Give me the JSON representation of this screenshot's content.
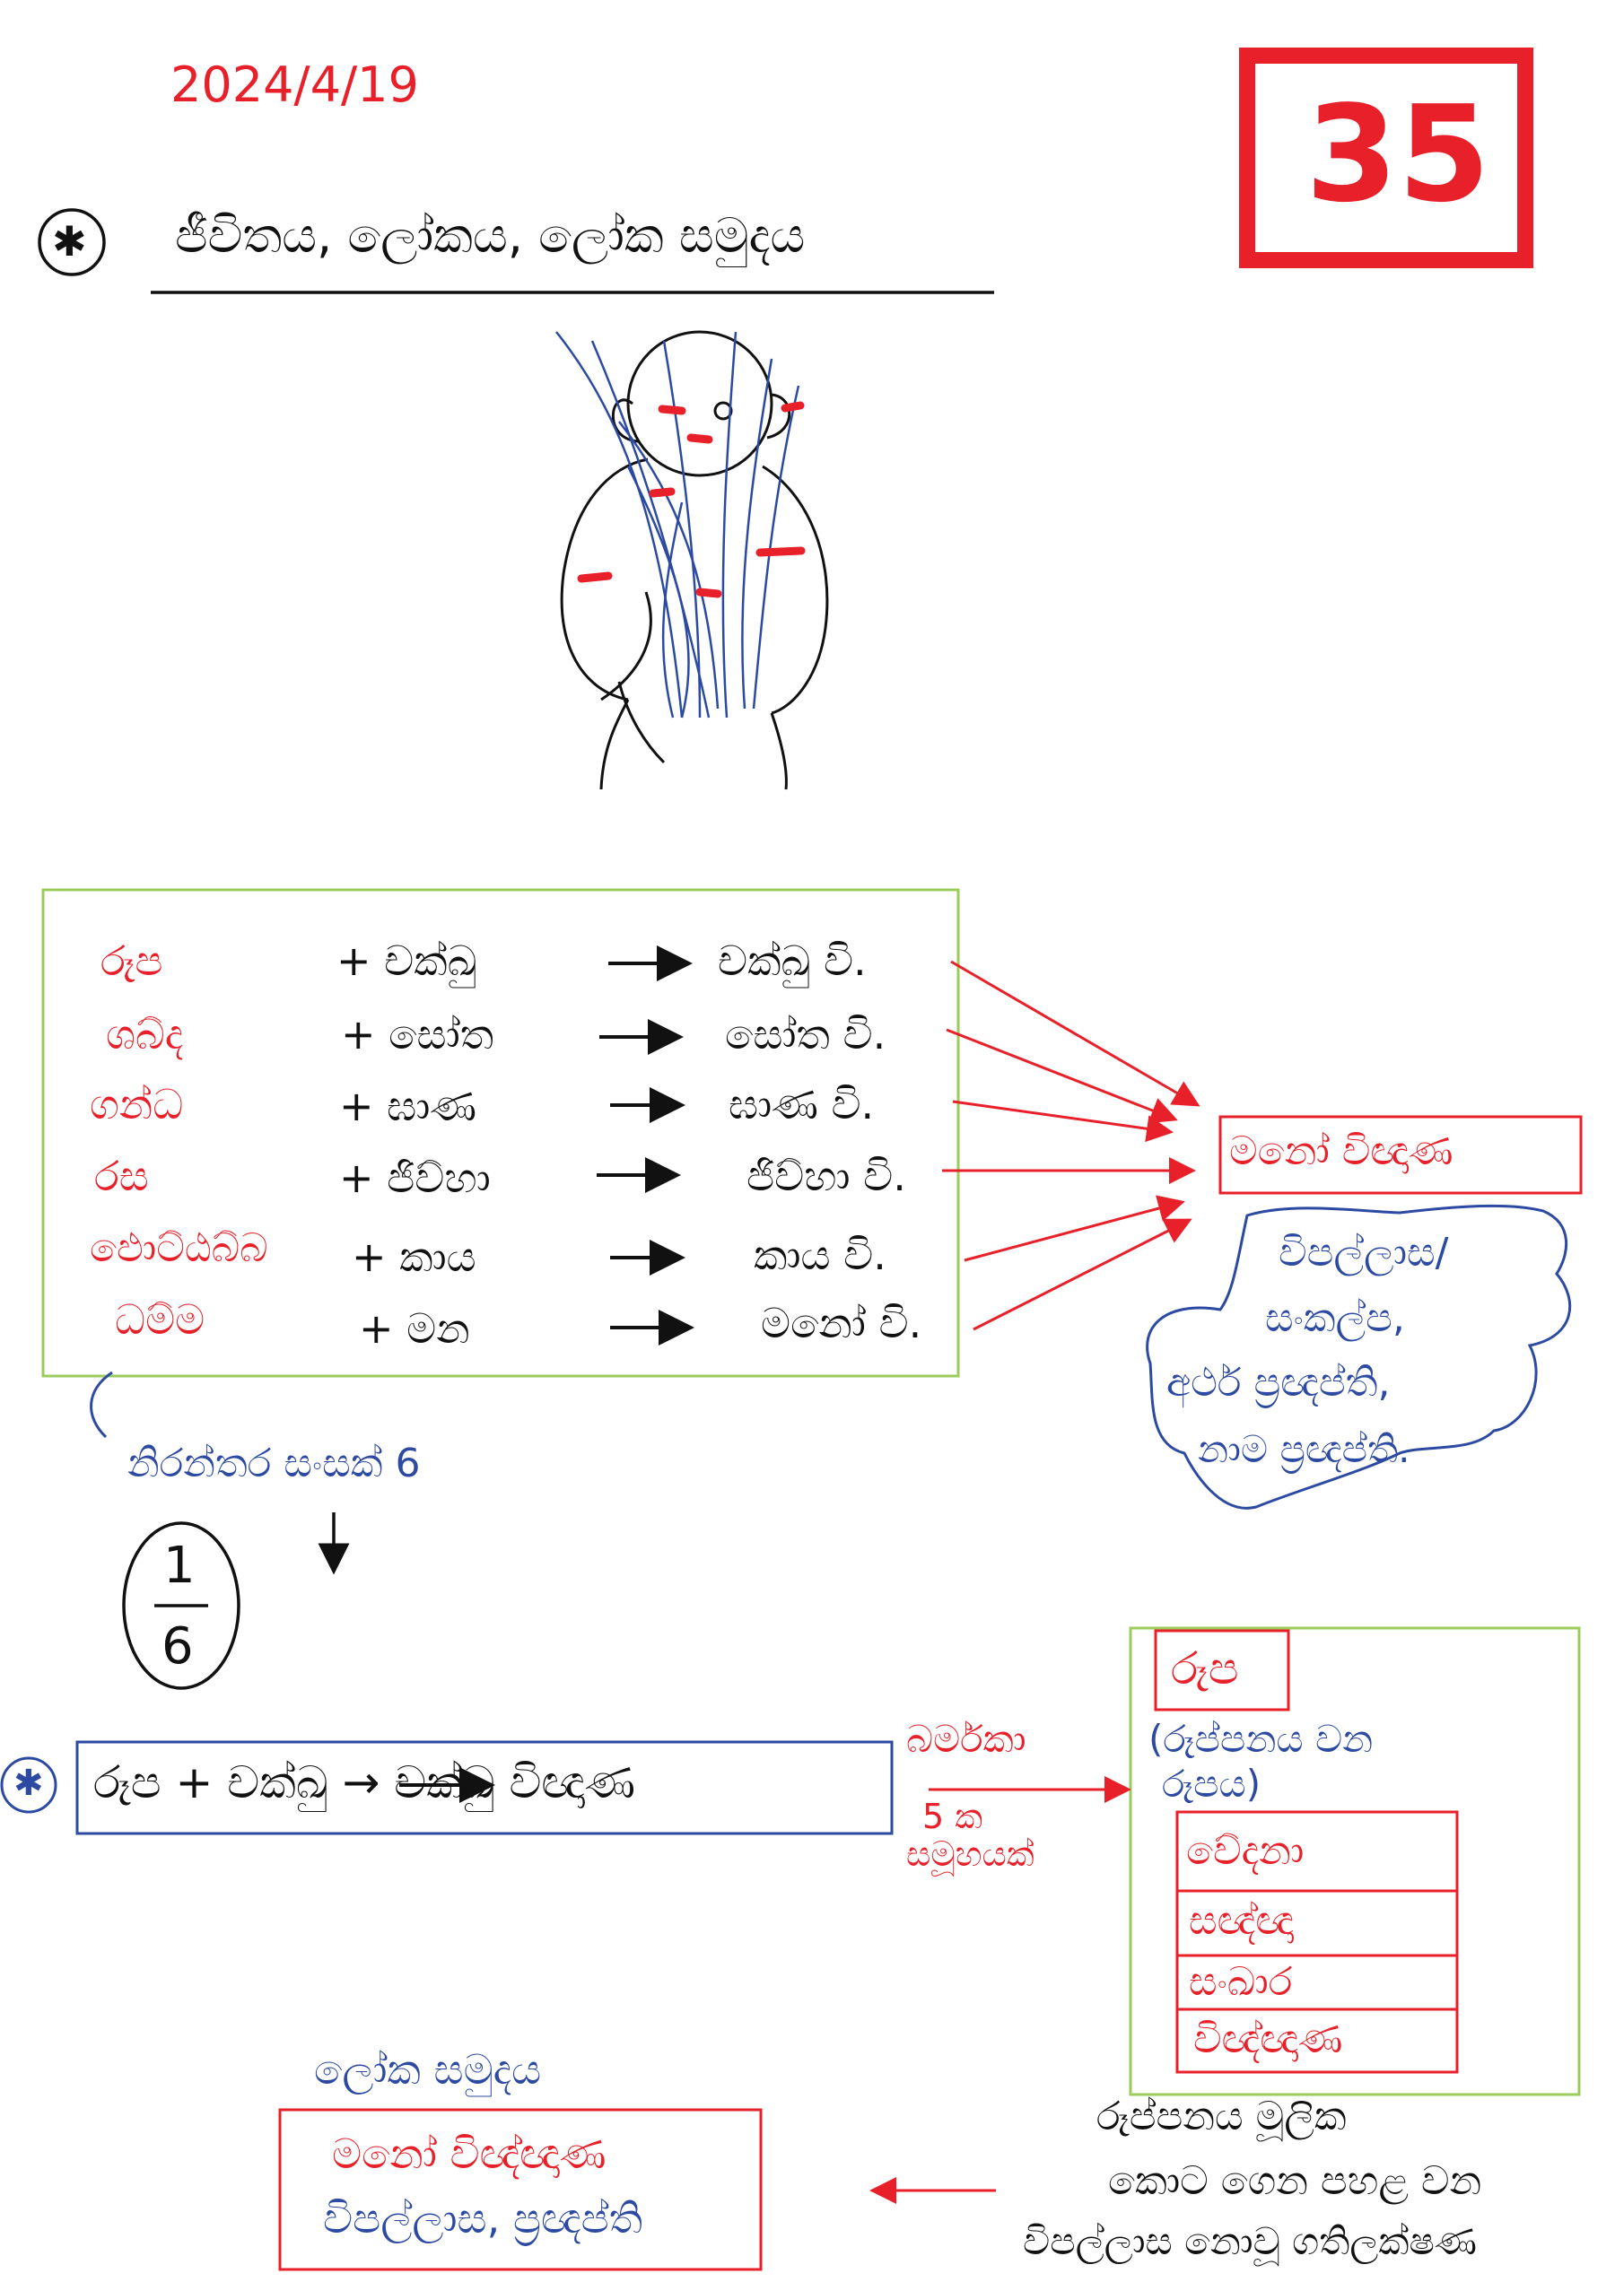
{
  "header": {
    "date": "2024/4/19",
    "page_number": "35",
    "title": "ජීවිතය, ලෝකය, ලෝක සමුදය",
    "star_symbol": "✱"
  },
  "mapping_box": {
    "rows": [
      {
        "object": "රූප",
        "sense": "+ චක්ඛු",
        "result": "චක්ඛු වි."
      },
      {
        "object": "ශබ්ද",
        "sense": "+ සෝත",
        "result": "සෝත වි."
      },
      {
        "object": "ගන්ධ",
        "sense": "+ ඝාණ",
        "result": "ඝාණ වි."
      },
      {
        "object": "රස",
        "sense": "+ ජිව්හා",
        "result": "ජිව්හා වි."
      },
      {
        "object": "ඵොට්ඨබ්බ",
        "sense": "+ කාය",
        "result": "කාය වි."
      },
      {
        "object": "ධම්ම",
        "sense": "+ මන",
        "result": "මනෝ වි."
      }
    ]
  },
  "mano_box": {
    "label": "මනෝ විඥාණ"
  },
  "cloud": {
    "lines": [
      "විපල්ලාස/",
      "සංකල්ප,",
      "අර්ථ ප්‍රඥප්ති,",
      "නාම ප්‍රඥප්ති."
    ]
  },
  "salayatana": {
    "label": "නිරන්තර සංසක් 6"
  },
  "fraction": {
    "numerator": "1",
    "denominator": "6"
  },
  "eye_box": {
    "text": "රූප + චක්ඛු → චක්ඛු විඥාණ"
  },
  "aggregate_label": {
    "line1": "බර්මකා",
    "line2": "5 ක",
    "line3": "සමූහයක්"
  },
  "aggregates": {
    "rupa_title": "රූප",
    "rupa_note_line1": "(රූප්පනය වන",
    "rupa_note_line2": "රූපය)",
    "items": [
      "වේදනා",
      "සඥ්ඥා",
      "සංඛාර",
      "විඥ්ඥාණ"
    ]
  },
  "loka_samudaya": {
    "heading": "ලෝක සමුදය",
    "line1": "මනෝ විඥ්ඥාණ",
    "line2": "විපල්ලාස, ප්‍රඥප්ති"
  },
  "bottom_note": {
    "line1": "රූප්පනය මූලික",
    "line2": "කොට ගෙන පහළ වන",
    "line3": "විපල්ලාස නොවූ ගතිලක්ෂණ"
  },
  "colors": {
    "red": "#e8202a",
    "blue": "#2d4aa3",
    "green": "#9bcc5c",
    "black": "#111111"
  }
}
